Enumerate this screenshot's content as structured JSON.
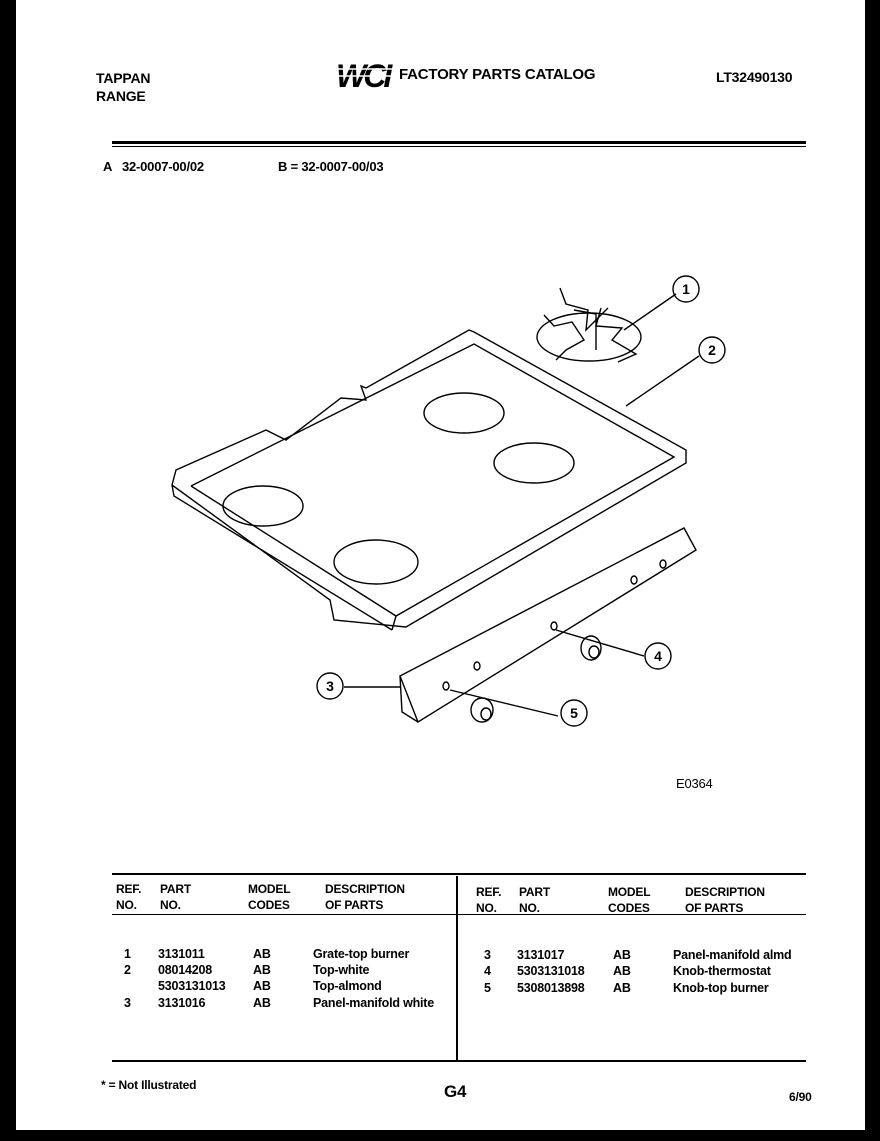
{
  "header": {
    "brand": "TAPPAN",
    "product": "RANGE",
    "logo_text": "WCI",
    "catalog_title": "FACTORY PARTS CATALOG",
    "model_number": "LT32490130"
  },
  "variants": {
    "a": "A   32-0007-00/02",
    "b": "B = 32-0007-00/03"
  },
  "diagram": {
    "callouts": [
      "1",
      "2",
      "3",
      "4",
      "5"
    ],
    "drawing_id": "E0364"
  },
  "table": {
    "headers": {
      "ref": [
        "REF.",
        "NO."
      ],
      "part": [
        "PART",
        "NO."
      ],
      "model": [
        "MODEL",
        "CODES"
      ],
      "desc": [
        "DESCRIPTION",
        "OF PARTS"
      ]
    },
    "left_rows": [
      {
        "ref": "1",
        "part": "3131011",
        "codes": "AB",
        "desc": "Grate-top burner"
      },
      {
        "ref": "2",
        "part": "08014208",
        "codes": "AB",
        "desc": "Top-white"
      },
      {
        "ref": "",
        "part": "5303131013",
        "codes": "AB",
        "desc": "Top-almond"
      },
      {
        "ref": "3",
        "part": "3131016",
        "codes": "AB",
        "desc": "Panel-manifold white"
      }
    ],
    "right_rows": [
      {
        "ref": "3",
        "part": "3131017",
        "codes": "AB",
        "desc": "Panel-manifold almd"
      },
      {
        "ref": "4",
        "part": "5303131018",
        "codes": "AB",
        "desc": "Knob-thermostat"
      },
      {
        "ref": "5",
        "part": "5308013898",
        "codes": "AB",
        "desc": "Knob-top burner"
      }
    ]
  },
  "footer": {
    "note": "* = Not Illustrated",
    "page_code": "G4",
    "date": "6/90"
  }
}
